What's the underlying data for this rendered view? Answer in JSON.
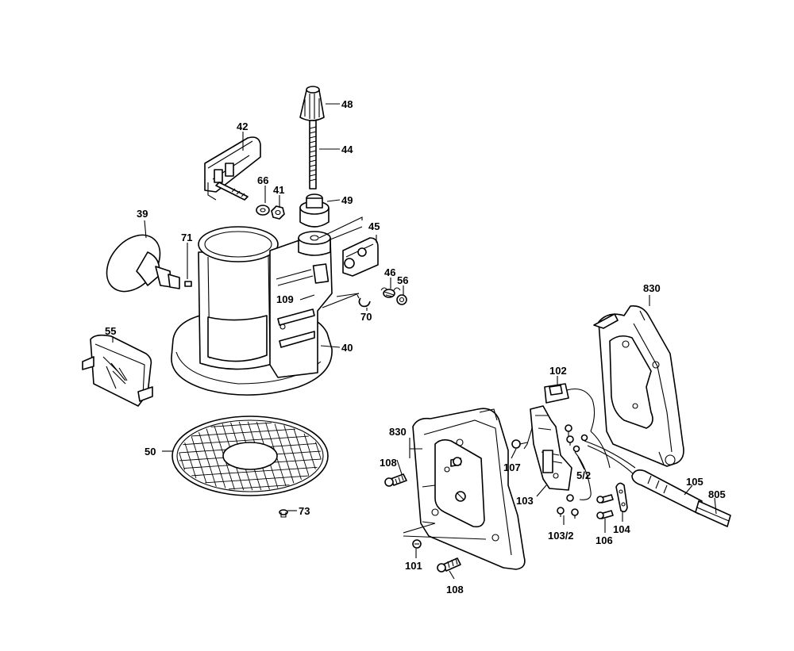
{
  "labels": {
    "p48": "48",
    "p44": "44",
    "p42": "42",
    "p66": "66",
    "p41": "41",
    "p49": "49",
    "p39": "39",
    "p71": "71",
    "p45": "45",
    "p46": "46",
    "p56": "56",
    "p109": "109",
    "p70": "70",
    "p55": "55",
    "p40": "40",
    "p50": "50",
    "p73": "73",
    "p830a": "830",
    "p102": "102",
    "p830b": "830",
    "p108a": "108",
    "p107": "107",
    "p52": "5/2",
    "p103": "103",
    "p105": "105",
    "p805": "805",
    "p1032": "103/2",
    "p106": "106",
    "p104": "104",
    "p101": "101",
    "p108b": "108"
  }
}
